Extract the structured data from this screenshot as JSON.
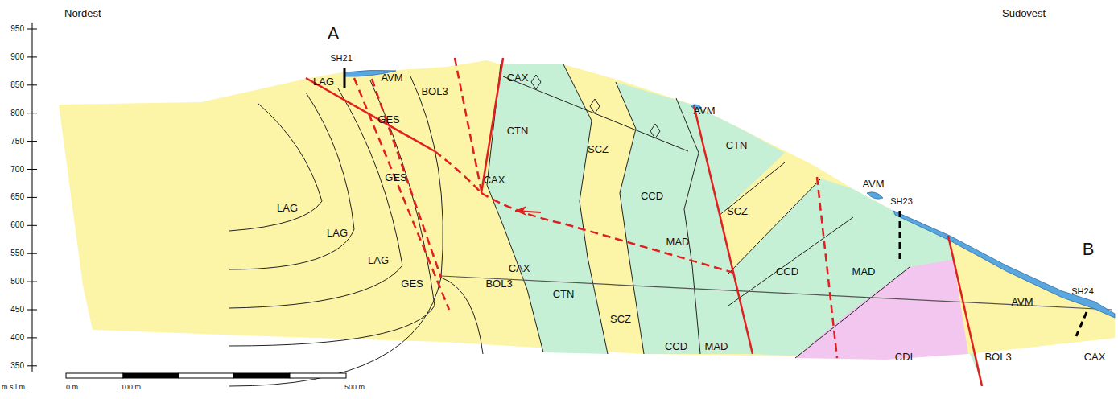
{
  "diagram": {
    "labels": [
      "Nordest",
      "Sudovest",
      "A",
      "B",
      "950",
      "900",
      "850",
      "800",
      "750",
      "700",
      "650",
      "600",
      "550",
      "500",
      "450",
      "400",
      "350",
      "m s.l.m.",
      "0 m",
      "100 m",
      "500 m",
      "SH21",
      "SH23",
      "SH24",
      "LAG",
      "AVM",
      "BOL3",
      "CAX",
      "GES",
      "GES",
      "CTN",
      "SCZ",
      "CCD",
      "CAX",
      "LAG",
      "LAG",
      "LAG",
      "GES",
      "BOL3",
      "CAX",
      "CTN",
      "SCZ",
      "CCD",
      "MAD",
      "AVM",
      "CTN",
      "SCZ",
      "AVM",
      "CCD",
      "MAD",
      "MAD",
      "CDI",
      "BOL3",
      "AVM",
      "CAX"
    ]
  }
}
